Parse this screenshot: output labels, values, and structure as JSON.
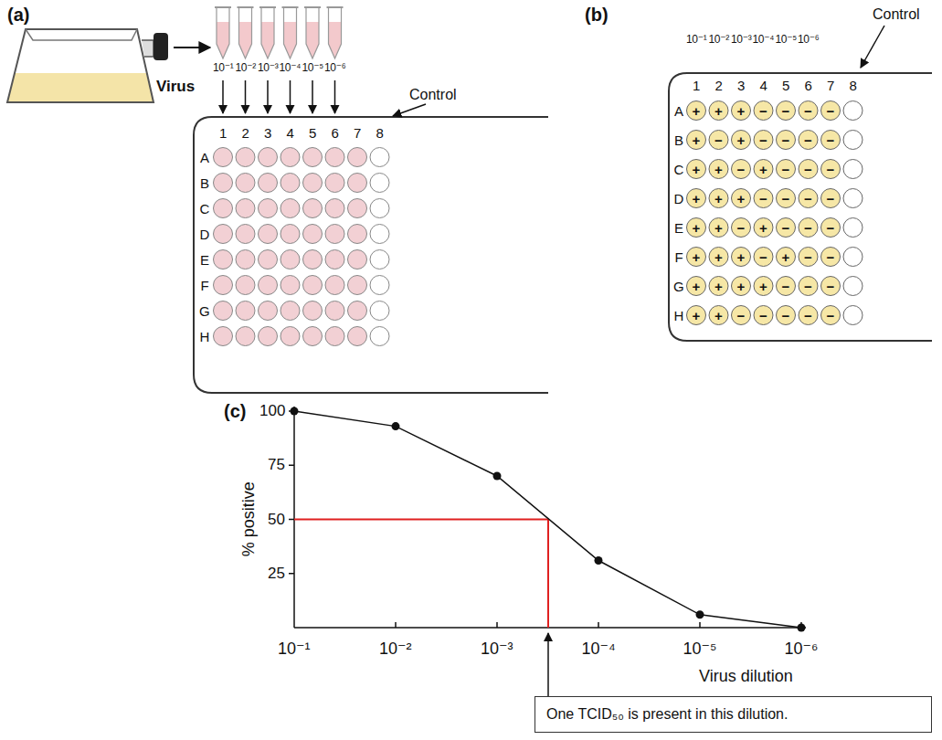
{
  "diagram": {
    "nodes": [
      {
        "text": [
          "One TCID₅₀ is present in this dilution."
        ]
      }
    ],
    "labels": [
      "(a)",
      "Virus",
      "10⁻¹",
      "10⁻²",
      "10⁻³",
      "10⁻⁴",
      "10⁻⁵",
      "10⁻⁶",
      "Control",
      "1",
      "2",
      "3",
      "4",
      "5",
      "6",
      "7",
      "8",
      "A",
      "B",
      "C",
      "D",
      "E",
      "F",
      "G",
      "H",
      "(b)",
      "Control",
      "10⁻¹",
      "10⁻²",
      "10⁻³",
      "10⁻⁴",
      "10⁻⁵",
      "10⁻⁶",
      "1",
      "2",
      "3",
      "4",
      "5",
      "6",
      "7",
      "8",
      "A",
      "B",
      "C",
      "D",
      "E",
      "F",
      "G",
      "H",
      "+",
      "+",
      "+",
      "−",
      "−",
      "−",
      "−",
      "+",
      "−",
      "+",
      "−",
      "−",
      "−",
      "−",
      "+",
      "+",
      "−",
      "+",
      "−",
      "−",
      "−",
      "+",
      "+",
      "+",
      "−",
      "−",
      "−",
      "−",
      "+",
      "+",
      "−",
      "+",
      "−",
      "−",
      "−",
      "+",
      "+",
      "+",
      "−",
      "+",
      "−",
      "−",
      "+",
      "+",
      "+",
      "+",
      "−",
      "−",
      "−",
      "+",
      "+",
      "−",
      "−",
      "−",
      "−",
      "−",
      "(c)",
      "100",
      "75",
      "50",
      "25",
      "% positive",
      "10⁻¹",
      "10⁻²",
      "10⁻³",
      "10⁻⁴",
      "10⁻⁵",
      "10⁻⁶",
      "Virus dilution"
    ]
  }
}
